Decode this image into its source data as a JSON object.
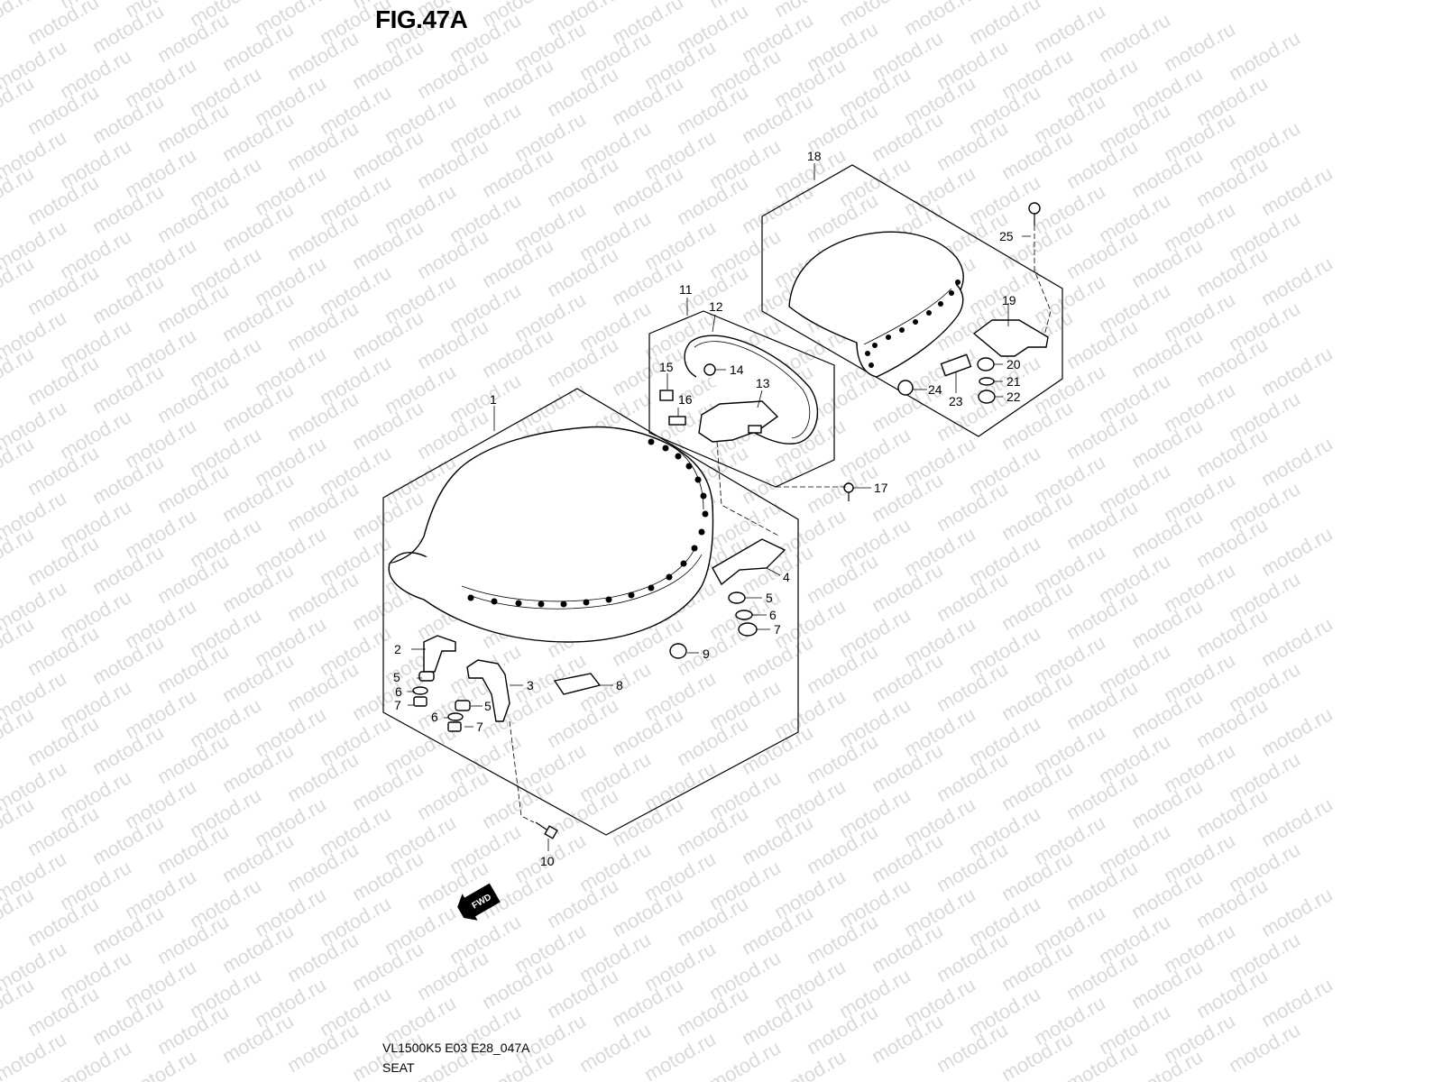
{
  "figure": {
    "title": "FIG.47A",
    "diagram_code": "VL1500K5 E03 E28_047A",
    "section_name": "SEAT",
    "watermark": "motod.ru"
  },
  "callouts": [
    "1",
    "2",
    "3",
    "4",
    "5",
    "5",
    "5",
    "6",
    "6",
    "6",
    "7",
    "7",
    "7",
    "8",
    "9",
    "10",
    "11",
    "12",
    "13",
    "14",
    "15",
    "16",
    "17",
    "18",
    "19",
    "20",
    "21",
    "22",
    "23",
    "24",
    "25"
  ],
  "direction_badge": "FWD"
}
